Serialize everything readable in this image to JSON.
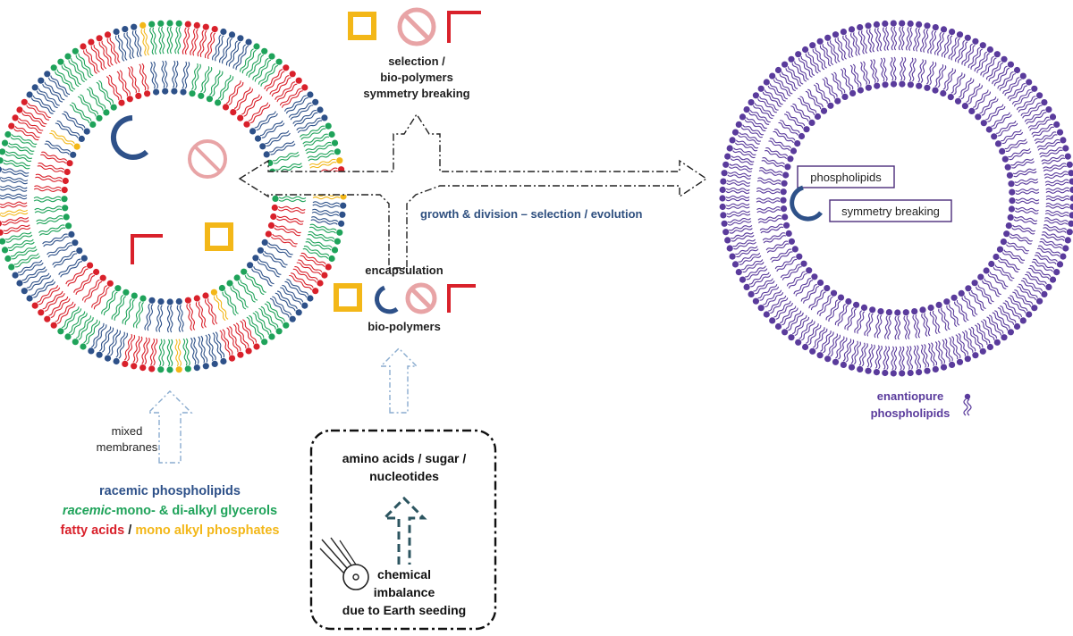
{
  "labels": {
    "selection_line1": "selection /",
    "selection_line2": "bio-polymers",
    "selection_line3": "symmetry breaking",
    "growth": "growth & division – selection / evolution",
    "encapsulation": "encapsulation",
    "biopolymers": "bio-polymers",
    "mixed_line1": "mixed",
    "mixed_line2": "membranes",
    "box_line1": "amino acids / sugar /",
    "box_line2": "nucleotides",
    "chem_line1": "chemical",
    "chem_line2": "imbalance",
    "chem_line3": "due to Earth seeding",
    "phospholipids_box": "phospholipids",
    "symmetry_box": "symmetry breaking",
    "enantiopure_line1": "enantiopure",
    "enantiopure_line2": "phospholipids"
  },
  "legend": {
    "racemic_phospholipids": "racemic phospholipids",
    "racemic_italic": "racemic",
    "glycerols_rest": "-mono- & di-alkyl glycerols",
    "fatty_acids": "fatty acids",
    "separator": " / ",
    "mono_alkyl": "mono alkyl phosphates"
  },
  "colors": {
    "phospholipid_blue": "#2e5189",
    "glycerol_green": "#1fa35a",
    "fatty_acid_red": "#d9212b",
    "mono_alkyl_yellow": "#f3b718",
    "enantiopure_purple": "#5a3b9c",
    "forbidden_pink": "#e8a4a6",
    "label_dark": "#1f1f1f",
    "growth_blue": "#2e4f7f"
  },
  "icons": {
    "square": "yellow-square-icon",
    "angle": "red-corner-icon",
    "forbidden": "prohibited-icon",
    "crescent": "crescent-icon",
    "meteor": "meteor-icon"
  }
}
